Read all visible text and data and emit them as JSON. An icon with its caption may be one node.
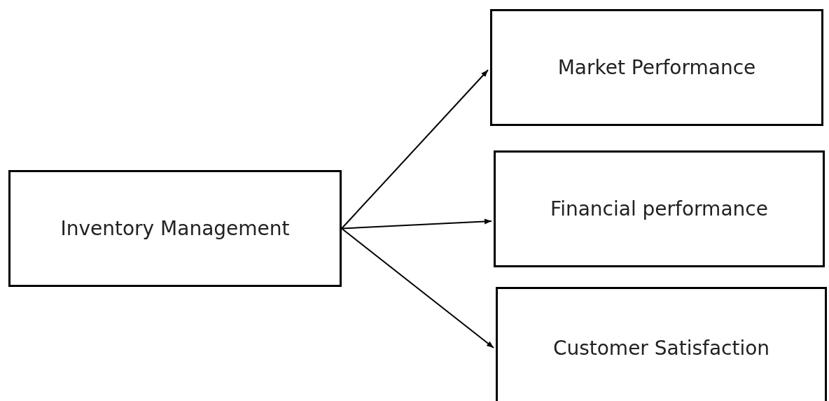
{
  "diagram": {
    "nodes": [
      {
        "text": [
          "Inventory Management"
        ]
      },
      {
        "text": [
          "Market Performance"
        ]
      },
      {
        "text": [
          "Financial performance"
        ]
      },
      {
        "text": [
          "Customer Satisfaction"
        ]
      }
    ],
    "edges": [
      {
        "from": 0,
        "to": 1,
        "arrow": "to"
      },
      {
        "from": 0,
        "to": 2,
        "arrow": "to"
      },
      {
        "from": 0,
        "to": 3,
        "arrow": "to"
      }
    ]
  }
}
